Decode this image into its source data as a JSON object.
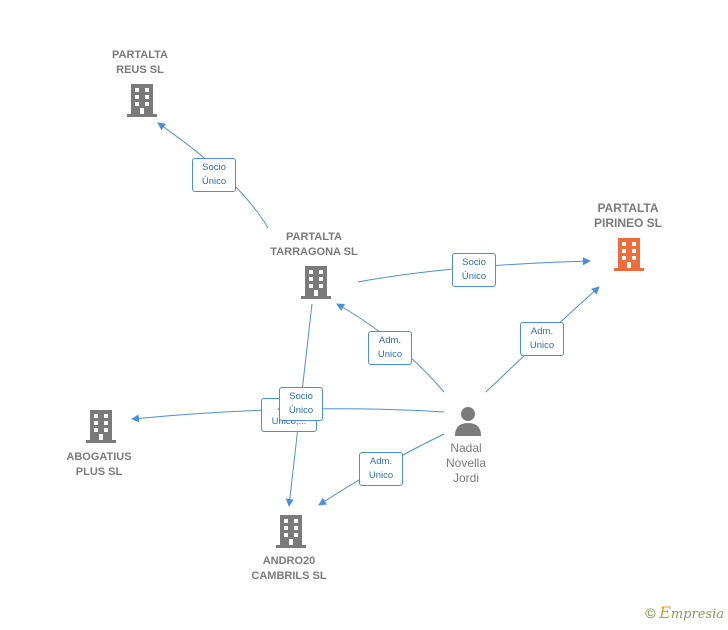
{
  "nodes": {
    "reus": {
      "label": "PARTALTA\nREUS  SL",
      "icon": "building-icon",
      "color": "#7a7a7a"
    },
    "tarragona": {
      "label": "PARTALTA\nTARRAGONA SL",
      "icon": "building-icon",
      "color": "#7a7a7a"
    },
    "pirineo": {
      "label": "PARTALTA\nPIRINEO  SL",
      "icon": "building-icon",
      "color": "#f26b3a"
    },
    "abogatius": {
      "label": "ABOGATIUS\nPLUS  SL",
      "icon": "building-icon",
      "color": "#7a7a7a"
    },
    "andro": {
      "label": "ANDRO20\nCAMBRILS  SL",
      "icon": "building-icon",
      "color": "#7a7a7a"
    },
    "nadal": {
      "label": "Nadal\nNovella\nJordi",
      "icon": "person-icon",
      "color": "#7a7a7a"
    }
  },
  "edges": {
    "tarragona_reus": "Socio\nÚnico",
    "tarragona_pirineo": "Socio\nÚnico",
    "nadal_tarragona": "Adm.\nUnico",
    "nadal_pirineo": "Adm.\nUnico",
    "nadal_abogatius": "Adm.\nUnico,...",
    "tarragona_andro": "Socio\nÚnico",
    "nadal_andro": "Adm.\nUnico"
  },
  "colors": {
    "edge": "#4a90d9",
    "icon_gray": "#7a7a7a",
    "icon_focus": "#f26b3a"
  },
  "brand": {
    "copyright": "©",
    "e": "E",
    "rest": "mpresia"
  }
}
